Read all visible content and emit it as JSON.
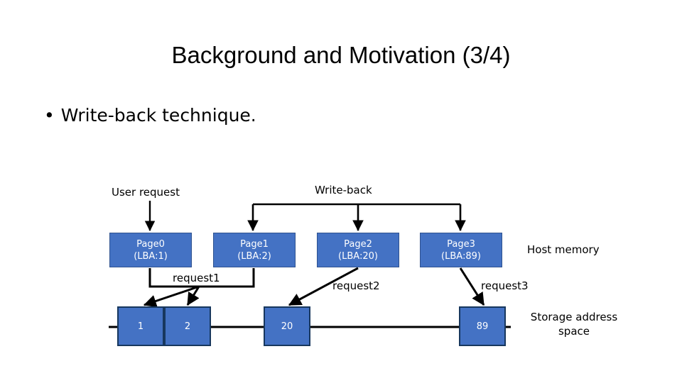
{
  "slide": {
    "title": "Background and Motivation (3/4)",
    "bullet_marker": "•",
    "bullet_text": "Write-back technique."
  },
  "colors": {
    "box_fill": "#4472C4",
    "box_border_top": "#2F528F",
    "box_border_bottom": "#17375E",
    "text_on_box": "#FFFFFF",
    "label_text": "#000000",
    "background": "#FFFFFF",
    "connector": "#000000"
  },
  "diagram": {
    "labels": {
      "user_request": "User request",
      "write_back": "Write-back",
      "host_memory": "Host memory",
      "storage_address_space": "Storage address space",
      "request1": "request1",
      "request2": "request2",
      "request3": "request3"
    },
    "host_memory_pages": [
      {
        "name": "Page0",
        "lba": "(LBA:1)"
      },
      {
        "name": "Page1",
        "lba": "(LBA:2)"
      },
      {
        "name": "Page2",
        "lba": "(LBA:20)"
      },
      {
        "name": "Page3",
        "lba": "(LBA:89)"
      }
    ],
    "storage_sectors": [
      {
        "value": "1"
      },
      {
        "value": "2"
      },
      {
        "value": "20"
      },
      {
        "value": "89"
      }
    ]
  }
}
